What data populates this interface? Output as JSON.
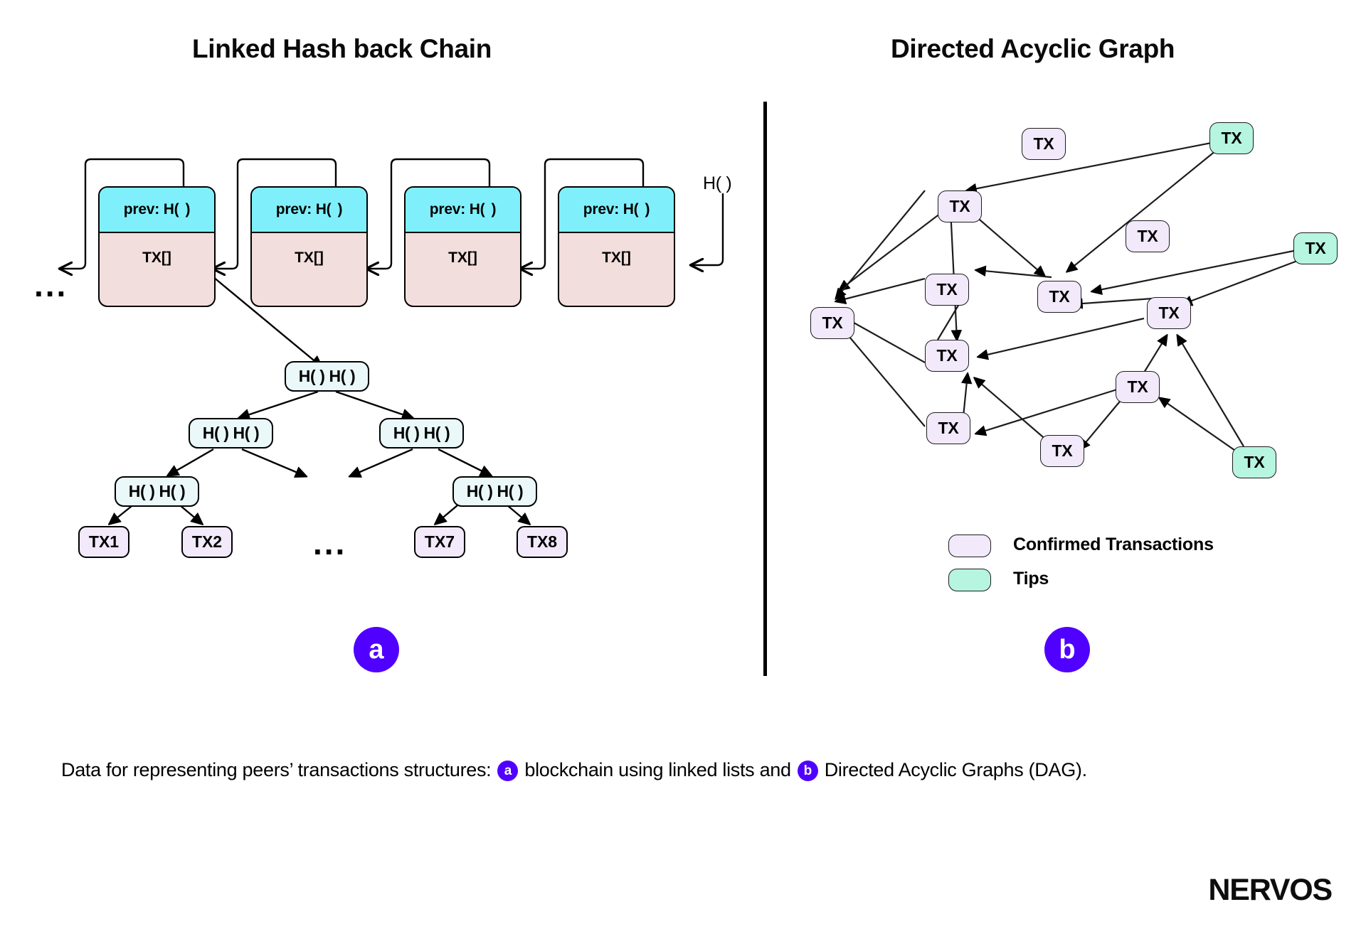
{
  "titles": {
    "left": "Linked Hash back Chain",
    "right": "Directed Acyclic Graph"
  },
  "left_panel": {
    "hash_label": "H( )",
    "ellipsis": "...",
    "merkle_ellipsis": "...",
    "badge": "a",
    "blocks": [
      {
        "header": "prev: H(",
        "header_close": ")",
        "body": "TX[]"
      },
      {
        "header": "prev: H(",
        "header_close": ")",
        "body": "TX[]"
      },
      {
        "header": "prev: H(",
        "header_close": ")",
        "body": "TX[]"
      },
      {
        "header": "prev: H(",
        "header_close": ")",
        "body": "TX[]"
      }
    ],
    "merkle": {
      "root": "H( ) H( )",
      "internal": [
        "H( ) H( )",
        "H( ) H( )",
        "H( ) H( )",
        "H( ) H( )"
      ],
      "leaves": [
        "TX1",
        "TX2",
        "TX7",
        "TX8"
      ]
    }
  },
  "right_panel": {
    "badge": "b",
    "node_label": "TX",
    "legend": [
      {
        "label": "Confirmed Transactions",
        "color": "#f2e9fb"
      },
      {
        "label": "Tips",
        "color": "#b6f5df"
      }
    ],
    "nodes": [
      {
        "id": "n0",
        "label": "TX",
        "kind": "confirmed"
      },
      {
        "id": "n1",
        "label": "TX",
        "kind": "confirmed"
      },
      {
        "id": "n2",
        "label": "TX",
        "kind": "confirmed"
      },
      {
        "id": "n3",
        "label": "TX",
        "kind": "confirmed"
      },
      {
        "id": "n4",
        "label": "TX",
        "kind": "confirmed"
      },
      {
        "id": "n5",
        "label": "TX",
        "kind": "confirmed"
      },
      {
        "id": "n6",
        "label": "TX",
        "kind": "confirmed"
      },
      {
        "id": "n7",
        "label": "TX",
        "kind": "confirmed"
      },
      {
        "id": "n8",
        "label": "TX",
        "kind": "confirmed"
      },
      {
        "id": "n9",
        "label": "TX",
        "kind": "confirmed"
      },
      {
        "id": "n10",
        "label": "TX",
        "kind": "confirmed"
      },
      {
        "id": "t0",
        "label": "TX",
        "kind": "tip"
      },
      {
        "id": "t1",
        "label": "TX",
        "kind": "tip"
      },
      {
        "id": "t2",
        "label": "TX",
        "kind": "tip"
      }
    ]
  },
  "caption": {
    "part1": "Data for representing peers’ transactions structures:",
    "badge_a": "a",
    "part2": "blockchain using linked lists and",
    "badge_b": "b",
    "part3": "Directed Acyclic Graphs (DAG)."
  },
  "logo": {
    "word": "NERVOS"
  },
  "colors": {
    "badge_purple": "#5000ff",
    "block_header": "#7ff0fb",
    "block_body": "#f2dedc",
    "merkle_fill": "#eaf8fa",
    "confirmed": "#f2e9fb",
    "tip": "#b6f5df",
    "stroke": "#000000"
  }
}
